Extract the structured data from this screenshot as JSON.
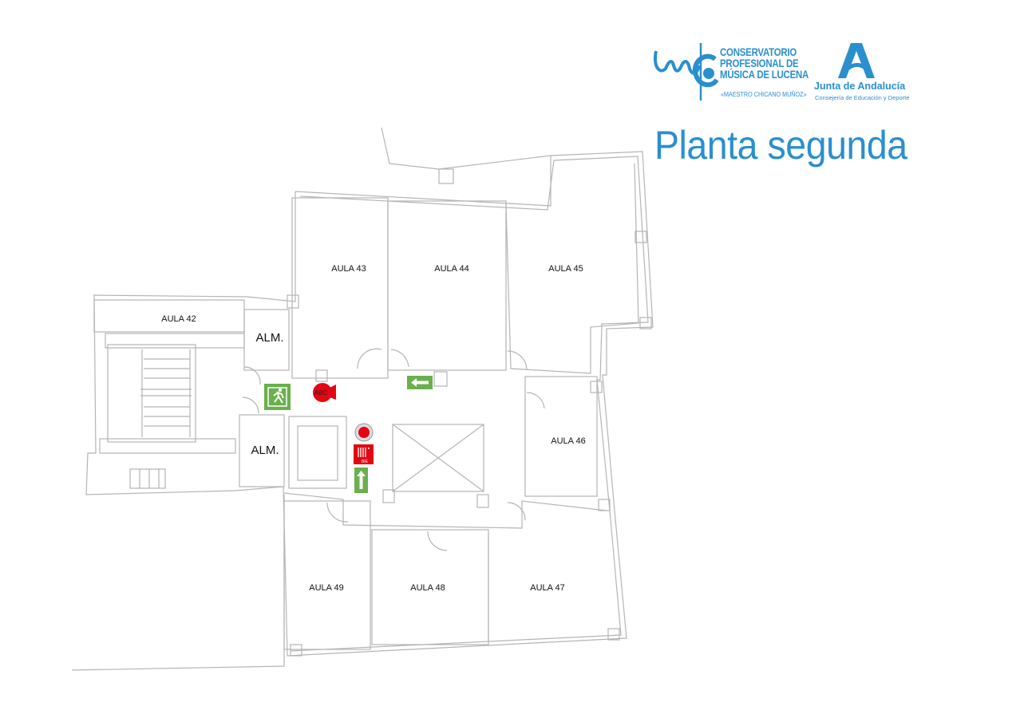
{
  "header": {
    "conservatorio_logo": {
      "lines": [
        "CONSERVATORIO",
        "PROFESIONAL DE",
        "MÚSICA DE LUCENA"
      ],
      "subtitle": "«MAESTRO CHICANO MUÑOZ»"
    },
    "junta_logo": {
      "name": "Junta de Andalucía",
      "subtitle": "Consejería de Educación y Deporte"
    },
    "title": "Planta segunda"
  },
  "rooms": {
    "aula42": "AULA 42",
    "aula43": "AULA 43",
    "aula44": "AULA 44",
    "aula45": "AULA 45",
    "aula46": "AULA 46",
    "aula47": "AULA 47",
    "aula48": "AULA 48",
    "aula49": "AULA 49",
    "alm_upper": "ALM.",
    "alm_lower": "ALM."
  },
  "safety_icons": {
    "extinguisher": {
      "icon": "fire-extinguisher-icon",
      "text": "ABC"
    },
    "hose_cabinet": {
      "icon": "fire-hose-icon",
      "text": "BIE"
    },
    "alarm": {
      "icon": "fire-alarm-button-icon"
    },
    "emergency_exit": {
      "icon": "emergency-exit-icon"
    },
    "arrow_left": {
      "icon": "arrow-left-icon"
    },
    "arrow_up": {
      "icon": "arrow-up-icon"
    }
  },
  "colors": {
    "brand_blue": "#2a8fcf",
    "safety_green": "#6ab04c",
    "fire_red": "#e30613",
    "wall_gray": "#b5b5b5"
  }
}
